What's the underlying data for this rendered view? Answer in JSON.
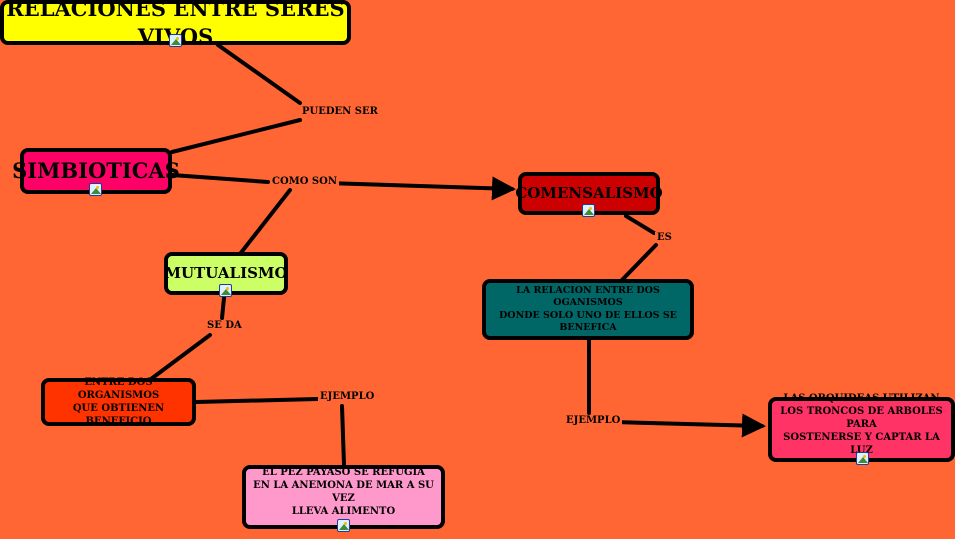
{
  "nodes": {
    "title": "RELACIONES ENTRE SERES VIVOS",
    "simbioticas": "SIMBIOTICAS",
    "comensalismo": "COMENSALISMO",
    "mutualismo": "MUTUALISMO",
    "relacion_def": "LA RELACION ENTRE DOS OGANISMOS\nDONDE SOLO UNO DE ELLOS SE\nBENEFICA",
    "organismos": "ENTRE DOS ORGANISMOS\nQUE OBTIENEN BENEFICIO",
    "orquideas": "LAS ORQUIDEAS UTILIZAN\nLOS TRONCOS DE ARBOLES PARA\nSOSTENERSE Y CAPTAR LA LUZ",
    "pez_payaso": "EL PEZ PAYASO SE REFUGIA\nEN LA ANEMONA DE MAR A SU VEZ\nLLEVA ALIMENTO"
  },
  "links": {
    "pueden_ser": "PUEDEN SER",
    "como_son": "COMO SON",
    "es": "ES",
    "se_da": "SE DA",
    "ejemplo_1": "EJEMPLO",
    "ejemplo_2": "EJEMPLO"
  },
  "colors": {
    "background": "#ff6633",
    "title_fill": "#ffff00",
    "simbioticas_fill": "#ff0066",
    "comensalismo_fill": "#cc0000",
    "mutualismo_fill": "#ccff66",
    "relacion_fill": "#006666",
    "organismos_fill": "#ff3300",
    "orquideas_fill": "#ff3366",
    "pez_payaso_fill": "#ff99cc"
  },
  "icons": [
    "image-icon"
  ]
}
